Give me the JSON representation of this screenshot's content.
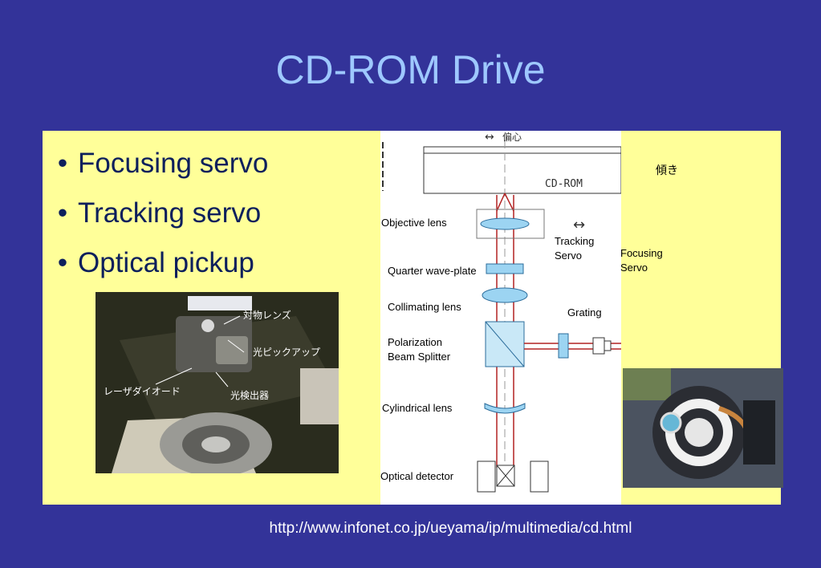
{
  "slide": {
    "title": "CD-ROM Drive",
    "footer_url": "http://www.infonet.co.jp/ueyama/ip/multimedia/cd.html"
  },
  "bullets": {
    "items": [
      {
        "marker": "•",
        "text": "Focusing servo"
      },
      {
        "marker": "•",
        "text": "Tracking servo"
      },
      {
        "marker": "•",
        "text": "Optical pickup"
      }
    ]
  },
  "photo": {
    "labels": [
      "対物レンズ",
      "光ピックアップ",
      "レーザダイオード",
      "光検出器"
    ]
  },
  "diagram": {
    "disc_label": "CD-ROM",
    "top_arrow_label": "偏心",
    "tilt_label": "傾き",
    "objective_lens": "Objective lens",
    "tracking_servo_line1": "Tracking",
    "tracking_servo_line2": "Servo",
    "focusing_servo_line1": "Focusing",
    "focusing_servo_line2": "Servo",
    "quarter_wave_plate": "Quarter wave-plate",
    "collimating_lens": "Collimating lens",
    "grating": "Grating",
    "polarization_line1": "Polarization",
    "polarization_line2": "Beam Splitter",
    "cylindrical_lens": "Cylindrical lens",
    "optical_detector": "Optical detector",
    "horizontal_arrow": "↔",
    "vertical_arrow": "↕"
  }
}
